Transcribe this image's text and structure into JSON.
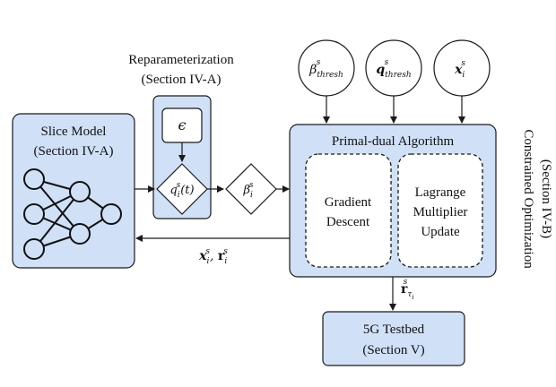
{
  "reparameterization": {
    "title": "Reparameterization",
    "section": "(Section IV-A)",
    "epsilon": "ϵ",
    "q_base": "q",
    "q_sub": "i",
    "q_sup": "s",
    "q_arg": "(t)"
  },
  "slice_model": {
    "title": "Slice Model",
    "section": "(Section IV-A)"
  },
  "beta_node": {
    "base": "β",
    "sub": "i",
    "sup": "s"
  },
  "inputs": {
    "beta_thresh": {
      "base": "β",
      "sub": "thresh",
      "sup": "s"
    },
    "q_thresh": {
      "base": "q",
      "sub": "thresh",
      "sup": "s"
    },
    "x": {
      "base": "x",
      "sub": "i",
      "sup": "s"
    }
  },
  "primal_dual": {
    "title": "Primal-dual Algorithm",
    "gradient": [
      "Gradient",
      "Descent"
    ],
    "lagrange": [
      "Lagrange",
      "Multiplier",
      "Update"
    ]
  },
  "side_label": {
    "line1": "Constrained Optimization",
    "line2": "(Section IV-B)"
  },
  "feedback_label": {
    "x_base": "x",
    "x_sub": "i",
    "x_sup": "s",
    "comma": ", ",
    "r_base": "r",
    "r_sub": "i",
    "r_sup": "s"
  },
  "output_label": {
    "base": "r",
    "sub": "τ",
    "subsub": "i",
    "sup": "s"
  },
  "testbed": {
    "title": "5G Testbed",
    "section": "(Section V)"
  }
}
